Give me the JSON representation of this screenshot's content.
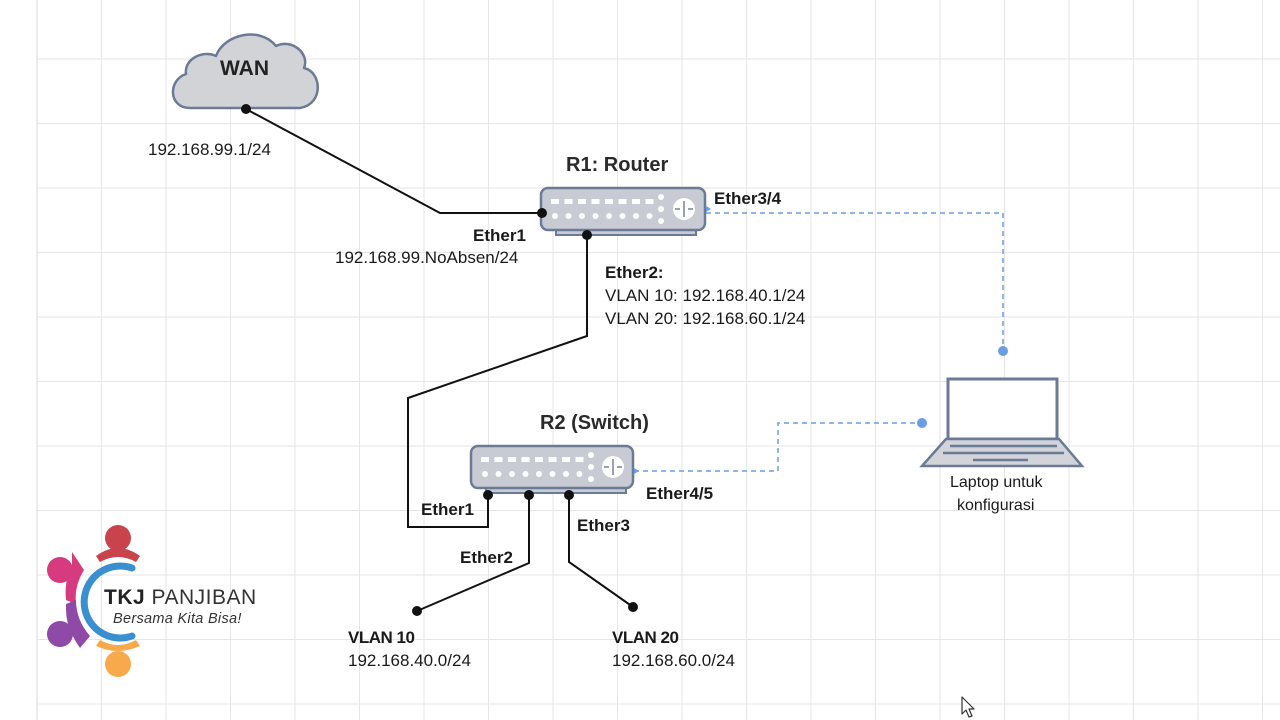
{
  "diagram": {
    "type": "network-topology",
    "nodes": {
      "wan": {
        "label": "WAN",
        "ip": "192.168.99.1/24"
      },
      "r1": {
        "title": "R1: Router",
        "ports": {
          "ether1": {
            "name": "Ether1",
            "ip": "192.168.99.NoAbsen/24"
          },
          "ether2": {
            "name": "Ether2:",
            "vlan10": "VLAN 10: 192.168.40.1/24",
            "vlan20": "VLAN 20: 192.168.60.1/24"
          },
          "ether34": {
            "name": "Ether3/4"
          }
        }
      },
      "r2": {
        "title": "R2 (Switch)",
        "ports": {
          "ether1": {
            "name": "Ether1"
          },
          "ether2": {
            "name": "Ether2"
          },
          "ether3": {
            "name": "Ether3"
          },
          "ether45": {
            "name": "Ether4/5"
          }
        }
      },
      "laptop": {
        "line1": "Laptop untuk",
        "line2": "konfigurasi"
      },
      "vlan10": {
        "name": "VLAN 10",
        "network": "192.168.40.0/24"
      },
      "vlan20": {
        "name": "VLAN 20",
        "network": "192.168.60.0/24"
      }
    },
    "edges": [
      {
        "from": "WAN",
        "to": "R1 Ether1",
        "style": "solid"
      },
      {
        "from": "R1 Ether2",
        "to": "R2 Ether1",
        "style": "solid"
      },
      {
        "from": "R2 Ether2",
        "to": "VLAN 10",
        "style": "solid"
      },
      {
        "from": "R2 Ether3",
        "to": "VLAN 20",
        "style": "solid"
      },
      {
        "from": "R1 Ether3/4",
        "to": "Laptop",
        "style": "dashed"
      },
      {
        "from": "R2 Ether4/5",
        "to": "Laptop",
        "style": "dashed"
      }
    ],
    "colors": {
      "device_fill": "#c8cbd3",
      "device_stroke": "#6b7a95",
      "wire": "#111111",
      "mgmt_link": "#6a9ee0",
      "grid": "#e6e6e6"
    }
  },
  "logo": {
    "title_bold": "TKJ",
    "title_rest": "PANJIBAN",
    "tagline": "Bersama Kita Bisa!",
    "colors": {
      "red": "#c8434c",
      "pink": "#d63a7f",
      "purple": "#8e4aa6",
      "orange": "#f7a94b",
      "blue": "#3a8fd1"
    }
  },
  "cursor": {
    "icon": "mouse-pointer-icon"
  }
}
